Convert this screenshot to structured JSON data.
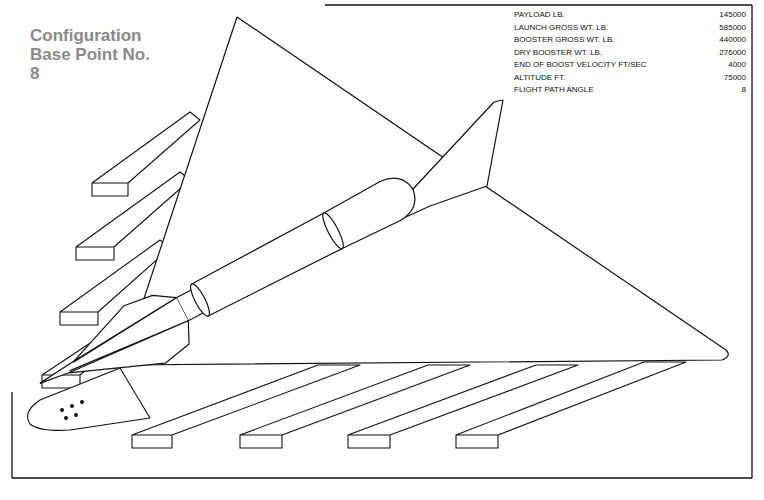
{
  "diagram": {
    "title": "Configuration Base Point No. 8",
    "labels": [
      "PAYLOAD LB.",
      "145000",
      "LAUNCH GROSS WT. LB.",
      "585000",
      "BOOSTER GROSS WT. LB.",
      "440000",
      "DRY BOOSTER WT. LB.",
      "276000",
      "END OF BOOST VELOCITY FT/SEC",
      "4000",
      "ALTITUDE FT.",
      "75000",
      "FLIGHT PATH ANGLE",
      "8"
    ]
  }
}
